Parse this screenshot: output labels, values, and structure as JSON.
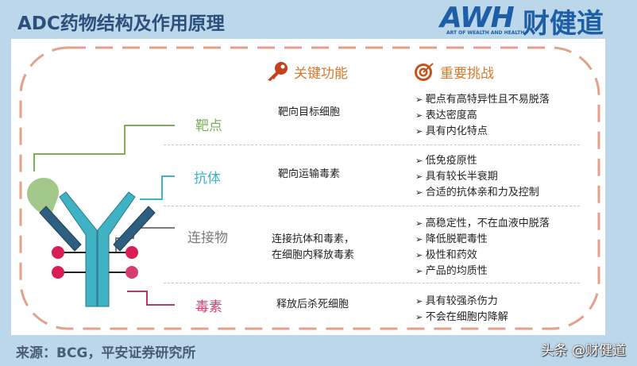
{
  "title": "ADC药物结构及作用原理",
  "logo": {
    "brand": "AWH",
    "brand_cn": "财健道",
    "tagline": "ART OF WEALTH AND HEALTH",
    "colors": {
      "primary": "#1d5fa6",
      "accent": "#f39a2b"
    }
  },
  "headers": {
    "function": {
      "label": "关键功能",
      "icon": "key-icon"
    },
    "challenge": {
      "label": "重要挑战",
      "icon": "target-icon"
    }
  },
  "rows": [
    {
      "component": "靶点",
      "color": "#7fae5a",
      "function": [
        "靶向目标细胞"
      ],
      "challenges": [
        "靶点有高特异性且不易脱落",
        "表达密度高",
        "具有内化特点"
      ]
    },
    {
      "component": "抗体",
      "color": "#3fb3c4",
      "function": [
        "靶向运输毒素"
      ],
      "challenges": [
        "低免疫原性",
        "具有较长半衰期",
        "合适的抗体亲和力及控制"
      ]
    },
    {
      "component": "连接物",
      "color": "#7a7a7a",
      "function": [
        "连接抗体和毒素，",
        "在细胞内释放毒素"
      ],
      "challenges": [
        "高稳定性，不在血液中脱落",
        "降低脱靶毒性",
        "极性和药效",
        "产品的均质性"
      ]
    },
    {
      "component": "毒素",
      "color": "#d43d6e",
      "function": [
        "释放后杀死细胞"
      ],
      "challenges": [
        "具有较强杀伤力",
        "不会在细胞内降解"
      ]
    }
  ],
  "source": "来源：BCG，平安证券研究所",
  "watermark": "头条 @财健道"
}
